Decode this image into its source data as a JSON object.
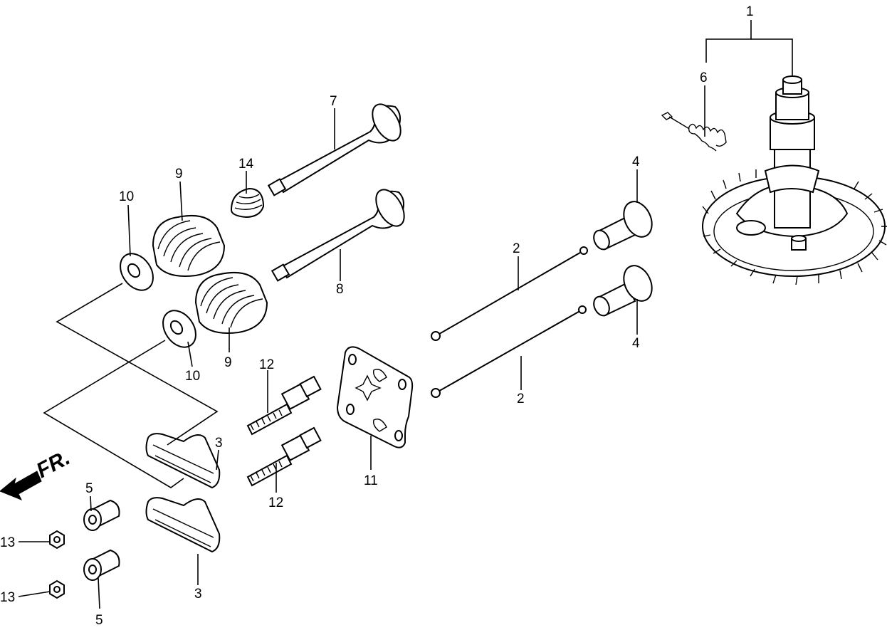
{
  "diagram": {
    "front_label": "FR.",
    "callouts": [
      {
        "id": "c1",
        "text": "1"
      },
      {
        "id": "c2a",
        "text": "2"
      },
      {
        "id": "c2b",
        "text": "2"
      },
      {
        "id": "c3a",
        "text": "3"
      },
      {
        "id": "c3b",
        "text": "3"
      },
      {
        "id": "c4a",
        "text": "4"
      },
      {
        "id": "c4b",
        "text": "4"
      },
      {
        "id": "c5a",
        "text": "5"
      },
      {
        "id": "c5b",
        "text": "5"
      },
      {
        "id": "c6",
        "text": "6"
      },
      {
        "id": "c7",
        "text": "7"
      },
      {
        "id": "c8",
        "text": "8"
      },
      {
        "id": "c9a",
        "text": "9"
      },
      {
        "id": "c9b",
        "text": "9"
      },
      {
        "id": "c10a",
        "text": "10"
      },
      {
        "id": "c10b",
        "text": "10"
      },
      {
        "id": "c11",
        "text": "11"
      },
      {
        "id": "c12a",
        "text": "12"
      },
      {
        "id": "c12b",
        "text": "12"
      },
      {
        "id": "c13a",
        "text": "13"
      },
      {
        "id": "c13b",
        "text": "13"
      },
      {
        "id": "c14",
        "text": "14"
      }
    ]
  }
}
